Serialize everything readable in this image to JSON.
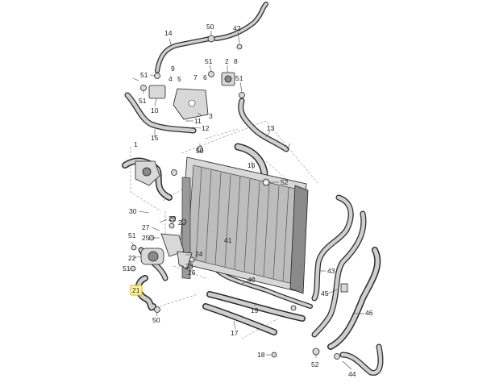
{
  "callouts": [
    {
      "id": "c50a",
      "text": "50"
    },
    {
      "id": "c42",
      "text": "42"
    },
    {
      "id": "c14",
      "text": "14"
    },
    {
      "id": "c51a",
      "text": "51"
    },
    {
      "id": "c9",
      "text": "9"
    },
    {
      "id": "c4",
      "text": "4"
    },
    {
      "id": "c5",
      "text": "5"
    },
    {
      "id": "c51b",
      "text": "51"
    },
    {
      "id": "c2",
      "text": "2"
    },
    {
      "id": "c8",
      "text": "8"
    },
    {
      "id": "c7",
      "text": "7"
    },
    {
      "id": "c6",
      "text": "6"
    },
    {
      "id": "c51c",
      "text": "51"
    },
    {
      "id": "c51d",
      "text": "51"
    },
    {
      "id": "c10",
      "text": "10"
    },
    {
      "id": "c3",
      "text": "3"
    },
    {
      "id": "c11",
      "text": "11"
    },
    {
      "id": "c12",
      "text": "12"
    },
    {
      "id": "c15",
      "text": "15"
    },
    {
      "id": "c13",
      "text": "13"
    },
    {
      "id": "c1",
      "text": "1"
    },
    {
      "id": "c50b",
      "text": "50"
    },
    {
      "id": "c16",
      "text": "16"
    },
    {
      "id": "c52a",
      "text": "52"
    },
    {
      "id": "c30",
      "text": "30"
    },
    {
      "id": "c29",
      "text": "29"
    },
    {
      "id": "c27",
      "text": "27"
    },
    {
      "id": "c28",
      "text": "28"
    },
    {
      "id": "c25",
      "text": "25"
    },
    {
      "id": "c51e",
      "text": "51"
    },
    {
      "id": "c41",
      "text": "41"
    },
    {
      "id": "c22",
      "text": "22"
    },
    {
      "id": "c24",
      "text": "24"
    },
    {
      "id": "c23",
      "text": "23"
    },
    {
      "id": "c51f",
      "text": "51"
    },
    {
      "id": "c26",
      "text": "26"
    },
    {
      "id": "c43",
      "text": "43"
    },
    {
      "id": "c40",
      "text": "40"
    },
    {
      "id": "c21",
      "text": "21"
    },
    {
      "id": "c45",
      "text": "45"
    },
    {
      "id": "c19",
      "text": "19"
    },
    {
      "id": "c46",
      "text": "46"
    },
    {
      "id": "c50c",
      "text": "50"
    },
    {
      "id": "c17",
      "text": "17"
    },
    {
      "id": "c18",
      "text": "18"
    },
    {
      "id": "c52b",
      "text": "52"
    },
    {
      "id": "c44",
      "text": "44"
    }
  ],
  "highlight": {
    "label": "21",
    "color": "#fff4a8",
    "border": "#d9b700"
  }
}
